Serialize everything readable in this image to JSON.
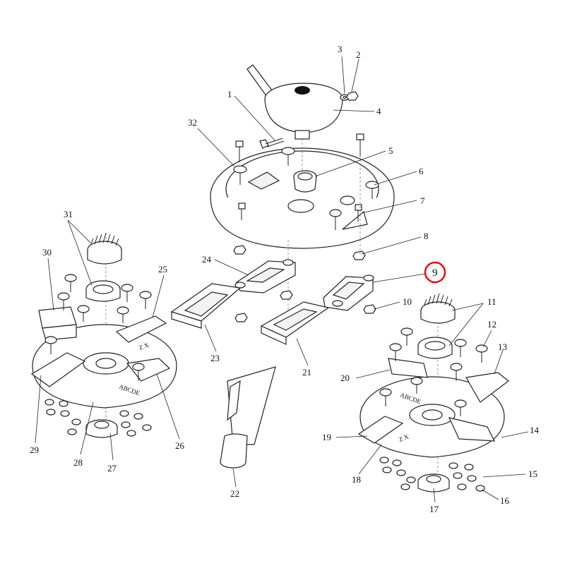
{
  "diagram": {
    "callouts": [
      {
        "id": "1",
        "label": "1"
      },
      {
        "id": "2",
        "label": "2"
      },
      {
        "id": "3",
        "label": "3"
      },
      {
        "id": "4",
        "label": "4"
      },
      {
        "id": "5",
        "label": "5"
      },
      {
        "id": "6",
        "label": "6"
      },
      {
        "id": "7",
        "label": "7"
      },
      {
        "id": "8",
        "label": "8"
      },
      {
        "id": "9",
        "label": "9",
        "highlighted": true
      },
      {
        "id": "10",
        "label": "10"
      },
      {
        "id": "11",
        "label": "11"
      },
      {
        "id": "12",
        "label": "12"
      },
      {
        "id": "13",
        "label": "13"
      },
      {
        "id": "14",
        "label": "14"
      },
      {
        "id": "15",
        "label": "15"
      },
      {
        "id": "16",
        "label": "16"
      },
      {
        "id": "17",
        "label": "17"
      },
      {
        "id": "18",
        "label": "18"
      },
      {
        "id": "19",
        "label": "19"
      },
      {
        "id": "20",
        "label": "20"
      },
      {
        "id": "21",
        "label": "21"
      },
      {
        "id": "22",
        "label": "22"
      },
      {
        "id": "23",
        "label": "23"
      },
      {
        "id": "24",
        "label": "24"
      },
      {
        "id": "25",
        "label": "25"
      },
      {
        "id": "26",
        "label": "26"
      },
      {
        "id": "27",
        "label": "27"
      },
      {
        "id": "28",
        "label": "28"
      },
      {
        "id": "29",
        "label": "29"
      },
      {
        "id": "30",
        "label": "30"
      },
      {
        "id": "31",
        "label": "31"
      },
      {
        "id": "32",
        "label": "32"
      }
    ],
    "disc_markings": {
      "left_letters": "ABCDE",
      "left_axis": "Z X",
      "right_letters": "ABCDE",
      "right_axis": "Z X"
    },
    "highlight_color": "#e01010"
  }
}
